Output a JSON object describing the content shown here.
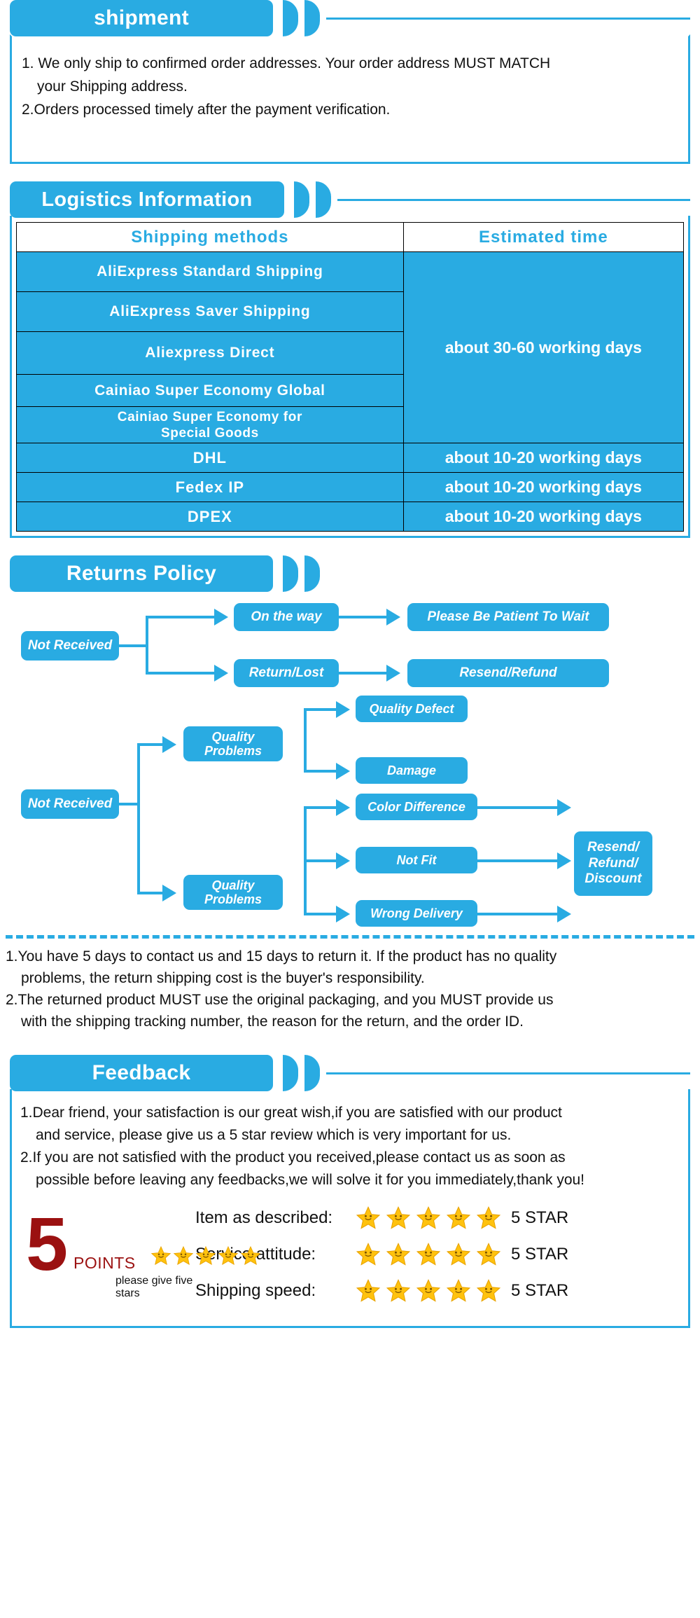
{
  "shipment": {
    "title": "shipment",
    "lines": [
      "1. We only ship to confirmed order addresses. Your order address MUST MATCH",
      "your Shipping address.",
      "2.Orders processed timely after the payment verification."
    ]
  },
  "logistics": {
    "title": "Logistics Information",
    "headers": [
      "Shipping  methods",
      "Estimated  time"
    ],
    "rows": [
      {
        "method": "AliExpress  Standard  Shipping",
        "time": "about 30-60 working days",
        "group": 1
      },
      {
        "method": "AliExpress  Saver  Shipping",
        "time": "",
        "group": 1
      },
      {
        "method": "Aliexpress  Direct",
        "time": "",
        "group": 1
      },
      {
        "method": "Cainiao  Super  Economy  Global",
        "time": "",
        "group": 1
      },
      {
        "method": "Cainiao  Super  Economy  for\nSpecial  Goods",
        "time": "",
        "group": 1
      },
      {
        "method": "DHL",
        "time": "about 10-20 working days",
        "group": 0
      },
      {
        "method": "Fedex  IP",
        "time": "about 10-20 working days",
        "group": 0
      },
      {
        "method": "DPEX",
        "time": "about 10-20 working days",
        "group": 0
      }
    ]
  },
  "returns": {
    "title": "Returns Policy",
    "flow1": {
      "root": "Not Received",
      "mid": [
        "On the way",
        "Return/Lost"
      ],
      "end": [
        "Please Be Patient To Wait",
        "Resend/Refund"
      ]
    },
    "flow2": {
      "root": "Not Received",
      "mid": [
        "Quality\nProblems",
        "Quality\nProblems"
      ],
      "branch_a": [
        "Quality Defect",
        "Damage"
      ],
      "branch_b": [
        "Color Difference",
        "Not Fit",
        "Wrong Delivery"
      ],
      "terminal": "Resend/\nRefund/\nDiscount"
    },
    "notes": [
      "1.You have 5 days to contact us and 15 days to return it. If the product has no quality",
      "problems, the return shipping cost is the buyer's responsibility.",
      "2.The returned product MUST use the original packaging, and you MUST provide us",
      "with the shipping tracking number, the reason for the return, and the order ID."
    ]
  },
  "feedback": {
    "title": "Feedback",
    "lines": [
      "1.Dear friend, your satisfaction is our great wish,if you are satisfied with our product",
      "and service, please give us a 5 star review which is very important for us.",
      "2.If you are not satisfied with the product you received,please contact us as soon as",
      "possible before leaving any feedbacks,we will solve it for you immediately,thank you!"
    ],
    "logo": {
      "number": "5",
      "word": "POINTS",
      "caption": "please give five stars",
      "star_count": 5
    },
    "ratings": [
      {
        "label": "Item as described:",
        "stars": 5,
        "value": "5 STAR"
      },
      {
        "label": "Service attitude:",
        "stars": 5,
        "value": "5 STAR"
      },
      {
        "label": "Shipping speed:",
        "stars": 5,
        "value": "5 STAR"
      }
    ]
  },
  "colors": {
    "brand": "#29ABE2",
    "logo_red": "#9B1111",
    "star": "#FFC20E"
  }
}
